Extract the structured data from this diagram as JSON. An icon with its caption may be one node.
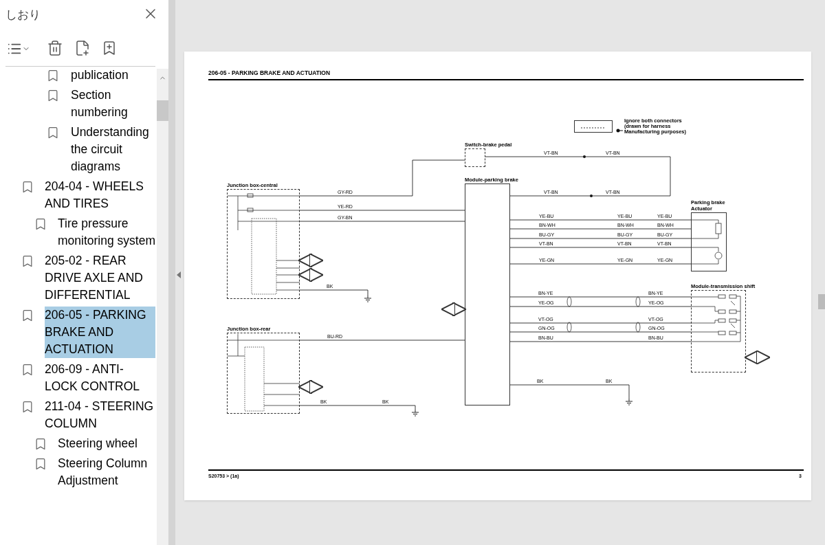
{
  "diagram": {
    "title": "206-05 - PARKING BRAKE AND ACTUATION",
    "nodes": [
      {
        "text": [
          "Junction box-central"
        ]
      },
      {
        "text": [
          "Switch-brake pedal"
        ]
      },
      {
        "text": [
          "Module-parking brake"
        ]
      },
      {
        "text": [
          "Parking brake Actuator"
        ]
      },
      {
        "text": [
          "Module-transmission shift"
        ]
      },
      {
        "text": [
          "Junction box-rear"
        ]
      },
      {
        "text": [],
        "shape": "ground"
      },
      {
        "text": [],
        "shape": "ground"
      },
      {
        "text": [],
        "shape": "ground"
      }
    ],
    "edges": [
      {
        "from": 0,
        "to": 1,
        "arrow": "none",
        "label": "GY-RD"
      },
      {
        "from": 1,
        "to": 2,
        "arrow": "none",
        "label": "VT-BN"
      },
      {
        "from": 0,
        "to": 2,
        "arrow": "none",
        "label": "YE-RD"
      },
      {
        "from": 0,
        "to": 2,
        "arrow": "none",
        "label": "GY-BN"
      },
      {
        "from": 0,
        "to": 6,
        "arrow": "none",
        "label": "BK"
      },
      {
        "from": 2,
        "to": 3,
        "arrow": "none",
        "label": "YE-BU"
      },
      {
        "from": 2,
        "to": 3,
        "arrow": "none",
        "label": "BN-WH"
      },
      {
        "from": 2,
        "to": 3,
        "arrow": "none",
        "label": "BU-GY"
      },
      {
        "from": 2,
        "to": 3,
        "arrow": "none",
        "label": "VT-BN"
      },
      {
        "from": 2,
        "to": 3,
        "arrow": "none",
        "label": "YE-GN"
      },
      {
        "from": 2,
        "to": 4,
        "arrow": "none",
        "label": "BN-YE"
      },
      {
        "from": 2,
        "to": 4,
        "arrow": "none",
        "label": "YE-OG"
      },
      {
        "from": 2,
        "to": 4,
        "arrow": "none",
        "label": "VT-OG"
      },
      {
        "from": 2,
        "to": 4,
        "arrow": "none",
        "label": "GN-OG"
      },
      {
        "from": 2,
        "to": 4,
        "arrow": "none",
        "label": "BN-BU"
      },
      {
        "from": 5,
        "to": 2,
        "arrow": "none",
        "label": "BU-RD"
      },
      {
        "from": 2,
        "to": 7,
        "arrow": "none",
        "label": "BK"
      },
      {
        "from": 5,
        "to": 8,
        "arrow": "none",
        "label": "BK"
      },
      {
        "from": 0,
        "to": null,
        "arrow": "both"
      },
      {
        "from": 0,
        "to": null,
        "arrow": "both"
      },
      {
        "from": 2,
        "to": null,
        "arrow": "both"
      },
      {
        "from": 4,
        "to": null,
        "arrow": "both"
      },
      {
        "from": 5,
        "to": null,
        "arrow": "both"
      }
    ],
    "labels": [
      "しおり",
      "publication",
      "Section numbering",
      "Understanding the circuit diagrams",
      "204-04 - WHEELS AND TIRES",
      "Tire pressure monitoring system",
      "205-02 - REAR DRIVE AXLE AND DIFFERENTIAL",
      "206-05 - PARKING BRAKE AND ACTUATION",
      "206-09 - ANTI-LOCK CONTROL",
      "211-04 - STEERING COLUMN",
      "Steering wheel",
      "Steering Column Adjustment",
      "VT-BN",
      "VT-BN",
      "VT-BN",
      "YE-BU",
      "YE-BU",
      "BN-WH",
      "BN-WH",
      "BU-GY",
      "BU-GY",
      "VT-BN",
      "VT-BN",
      "YE-GN",
      "YE-GN",
      "BN-YE",
      "YE-OG",
      "VT-OG",
      "GN-OG",
      "BN-BU",
      "BK",
      "BK",
      "S20753 > (1a)",
      "3"
    ],
    "legend": [
      {
        "text": "Ignore both connectors (drawn for harness Manufacturing purposes)"
      }
    ]
  }
}
